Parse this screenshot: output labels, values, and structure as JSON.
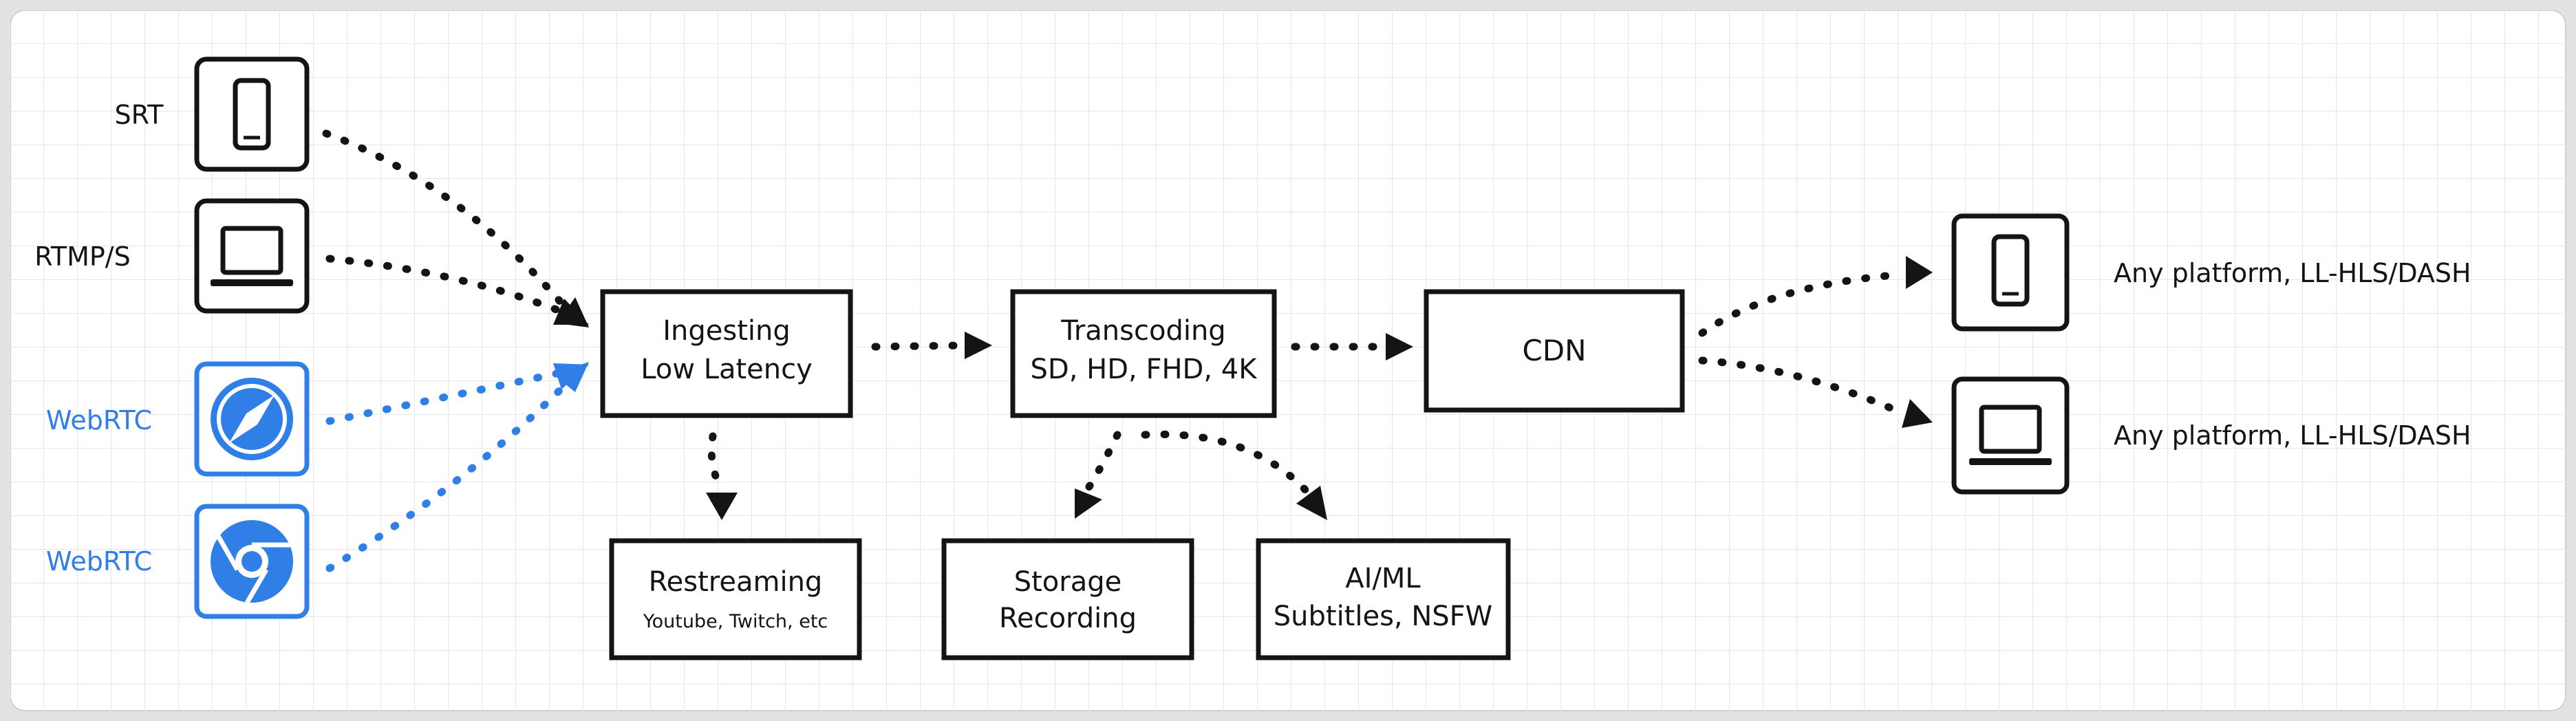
{
  "colors": {
    "ink": "#141414",
    "accent_blue": "#2f7fe6",
    "grid": "#e6e6e6",
    "background": "#ffffff"
  },
  "sources": [
    {
      "protocol": "SRT",
      "device_icon": "phone-icon",
      "style": "black"
    },
    {
      "protocol": "RTMP/S",
      "device_icon": "laptop-icon",
      "style": "black"
    },
    {
      "protocol": "WebRTC",
      "device_icon": "safari-browser-icon",
      "style": "blue"
    },
    {
      "protocol": "WebRTC",
      "device_icon": "chrome-browser-icon",
      "style": "blue"
    }
  ],
  "stages": {
    "ingest": {
      "line1": "Ingesting",
      "line2": "Low Latency"
    },
    "transcode": {
      "line1": "Transcoding",
      "line2": "SD, HD, FHD, 4K"
    },
    "cdn": {
      "line1": "CDN"
    }
  },
  "outputs": {
    "restream": {
      "line1": "Restreaming",
      "line2": "Youtube, Twitch, etc"
    },
    "storage": {
      "line1": "Storage",
      "line2": "Recording"
    },
    "aiml": {
      "line1": "AI/ML",
      "line2": "Subtitles, NSFW"
    }
  },
  "destinations": [
    {
      "label": "Any platform, LL-HLS/DASH",
      "device_icon": "phone-icon"
    },
    {
      "label": "Any platform, LL-HLS/DASH",
      "device_icon": "laptop-icon"
    }
  ]
}
